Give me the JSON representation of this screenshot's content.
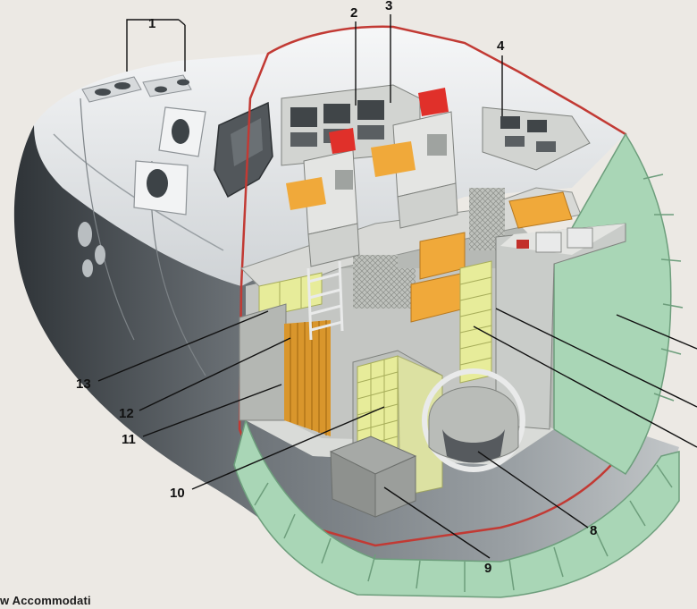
{
  "caption": "w Accommodati",
  "colors": {
    "paper": "#ece9e4",
    "hull_dark": "#5b6064",
    "hull_light": "#e8e9ea",
    "bulkhead_green": "#a9d6b6",
    "rib_green": "#8fc4a0",
    "interior_gray": "#c4c6c3",
    "locker_yellow": "#e7ec9a",
    "seat_orange": "#f0a93a",
    "headrest_red": "#e0302a",
    "curtain_orange": "#d9962c",
    "outline_red": "#c23a34"
  },
  "labels": [
    {
      "id": "1",
      "text": "1"
    },
    {
      "id": "2",
      "text": "2"
    },
    {
      "id": "3",
      "text": "3"
    },
    {
      "id": "4",
      "text": "4"
    },
    {
      "id": "8",
      "text": "8"
    },
    {
      "id": "9",
      "text": "9"
    },
    {
      "id": "10",
      "text": "10"
    },
    {
      "id": "11",
      "text": "11"
    },
    {
      "id": "12",
      "text": "12"
    },
    {
      "id": "13",
      "text": "13"
    }
  ]
}
